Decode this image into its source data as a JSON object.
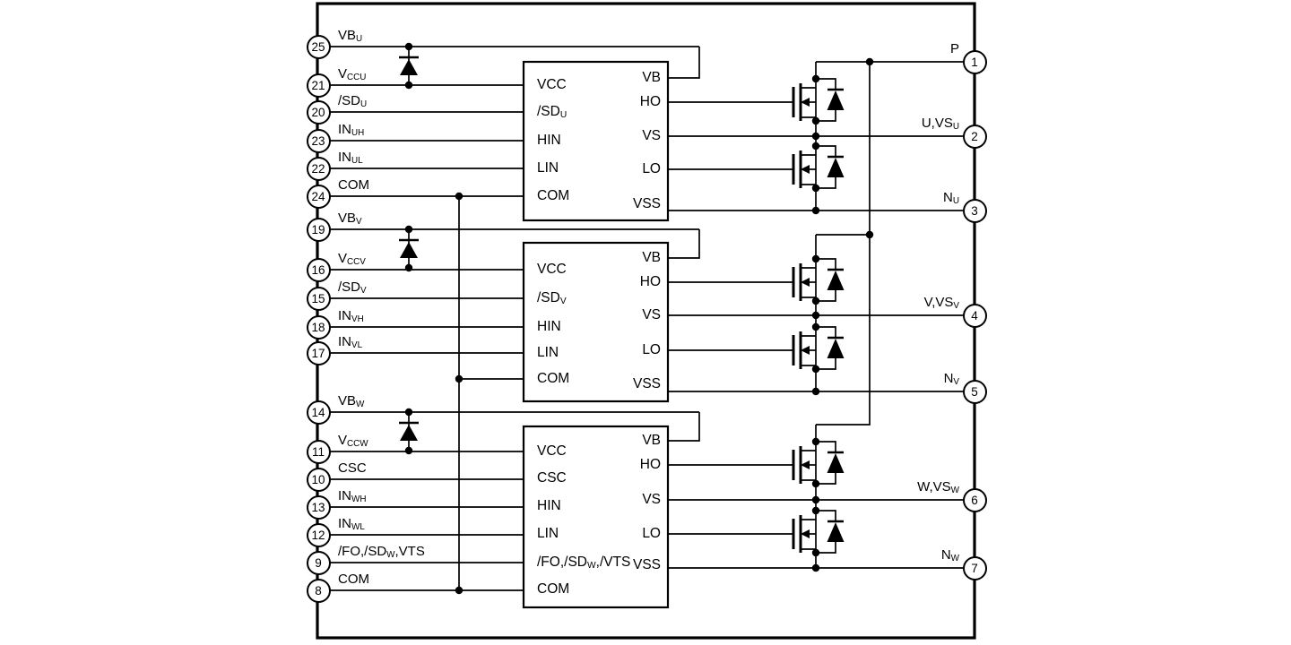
{
  "left_pins": [
    {
      "num": "25",
      "label": [
        [
          "VB"
        ],
        [
          "U",
          "s"
        ]
      ]
    },
    {
      "num": "21",
      "label": [
        [
          "V"
        ],
        [
          "CCU",
          "s"
        ]
      ]
    },
    {
      "num": "20",
      "label": [
        [
          "/SD"
        ],
        [
          "U",
          "s"
        ]
      ]
    },
    {
      "num": "23",
      "label": [
        [
          "IN"
        ],
        [
          "UH",
          "s"
        ]
      ]
    },
    {
      "num": "22",
      "label": [
        [
          "IN"
        ],
        [
          "UL",
          "s"
        ]
      ]
    },
    {
      "num": "24",
      "label": [
        [
          "COM"
        ]
      ]
    },
    {
      "num": "19",
      "label": [
        [
          "VB"
        ],
        [
          "V",
          "s"
        ]
      ]
    },
    {
      "num": "16",
      "label": [
        [
          "V"
        ],
        [
          "CCV",
          "s"
        ]
      ]
    },
    {
      "num": "15",
      "label": [
        [
          "/SD"
        ],
        [
          "V",
          "s"
        ]
      ]
    },
    {
      "num": "18",
      "label": [
        [
          "IN"
        ],
        [
          "VH",
          "s"
        ]
      ]
    },
    {
      "num": "17",
      "label": [
        [
          "IN"
        ],
        [
          "VL",
          "s"
        ]
      ]
    },
    {
      "num": "14",
      "label": [
        [
          "VB"
        ],
        [
          "W",
          "s"
        ]
      ]
    },
    {
      "num": "11",
      "label": [
        [
          "V"
        ],
        [
          "CCW",
          "s"
        ]
      ]
    },
    {
      "num": "10",
      "label": [
        [
          "CSC"
        ]
      ]
    },
    {
      "num": "13",
      "label": [
        [
          "IN"
        ],
        [
          "WH",
          "s"
        ]
      ]
    },
    {
      "num": "12",
      "label": [
        [
          "IN"
        ],
        [
          "WL",
          "s"
        ]
      ]
    },
    {
      "num": "9",
      "label": [
        [
          "/FO,/SD"
        ],
        [
          "W",
          "s"
        ],
        [
          ",VTS"
        ]
      ]
    },
    {
      "num": "8",
      "label": [
        [
          "COM"
        ]
      ]
    }
  ],
  "right_pins": [
    {
      "num": "1",
      "label": [
        [
          "P"
        ]
      ]
    },
    {
      "num": "2",
      "label": [
        [
          "U,VS"
        ],
        [
          "U",
          "s"
        ]
      ]
    },
    {
      "num": "3",
      "label": [
        [
          "N"
        ],
        [
          "U",
          "s"
        ]
      ]
    },
    {
      "num": "4",
      "label": [
        [
          "V,VS"
        ],
        [
          "V",
          "s"
        ]
      ]
    },
    {
      "num": "5",
      "label": [
        [
          "N"
        ],
        [
          "V",
          "s"
        ]
      ]
    },
    {
      "num": "6",
      "label": [
        [
          "W,VS"
        ],
        [
          "W",
          "s"
        ]
      ]
    },
    {
      "num": "7",
      "label": [
        [
          "N"
        ],
        [
          "W",
          "s"
        ]
      ]
    }
  ],
  "driver_blocks": [
    {
      "name": "gate-driver-u",
      "inputs": [
        {
          "label": [
            [
              "VCC"
            ]
          ]
        },
        {
          "label": [
            [
              "/SD"
            ],
            [
              "U",
              "s"
            ]
          ]
        },
        {
          "label": [
            [
              "HIN"
            ]
          ]
        },
        {
          "label": [
            [
              "LIN"
            ]
          ]
        },
        {
          "label": [
            [
              "COM"
            ]
          ]
        }
      ],
      "outputs": [
        {
          "label": [
            [
              "VB"
            ]
          ]
        },
        {
          "label": [
            [
              "HO"
            ]
          ]
        },
        {
          "label": [
            [
              "VS"
            ]
          ]
        },
        {
          "label": [
            [
              "LO"
            ]
          ]
        },
        {
          "label": [
            [
              "VSS"
            ]
          ]
        }
      ]
    },
    {
      "name": "gate-driver-v",
      "inputs": [
        {
          "label": [
            [
              "VCC"
            ]
          ]
        },
        {
          "label": [
            [
              "/SD"
            ],
            [
              "V",
              "s"
            ]
          ]
        },
        {
          "label": [
            [
              "HIN"
            ]
          ]
        },
        {
          "label": [
            [
              "LIN"
            ]
          ]
        },
        {
          "label": [
            [
              "COM"
            ]
          ]
        }
      ],
      "outputs": [
        {
          "label": [
            [
              "VB"
            ]
          ]
        },
        {
          "label": [
            [
              "HO"
            ]
          ]
        },
        {
          "label": [
            [
              "VS"
            ]
          ]
        },
        {
          "label": [
            [
              "LO"
            ]
          ]
        },
        {
          "label": [
            [
              "VSS"
            ]
          ]
        }
      ]
    },
    {
      "name": "gate-driver-w",
      "inputs": [
        {
          "label": [
            [
              "VCC"
            ]
          ]
        },
        {
          "label": [
            [
              "CSC"
            ]
          ]
        },
        {
          "label": [
            [
              "HIN"
            ]
          ]
        },
        {
          "label": [
            [
              "LIN"
            ]
          ]
        },
        {
          "label": [
            [
              "/FO,/SD"
            ],
            [
              "W",
              "s"
            ],
            [
              ",/VTS"
            ]
          ]
        },
        {
          "label": [
            [
              "COM"
            ]
          ]
        }
      ],
      "outputs": [
        {
          "label": [
            [
              "VB"
            ]
          ]
        },
        {
          "label": [
            [
              "HO"
            ]
          ]
        },
        {
          "label": [
            [
              "VS"
            ]
          ]
        },
        {
          "label": [
            [
              "LO"
            ]
          ]
        },
        {
          "label": [
            [
              "VSS"
            ]
          ]
        }
      ]
    }
  ],
  "colors": {
    "line": "#000000",
    "background": "#ffffff"
  }
}
